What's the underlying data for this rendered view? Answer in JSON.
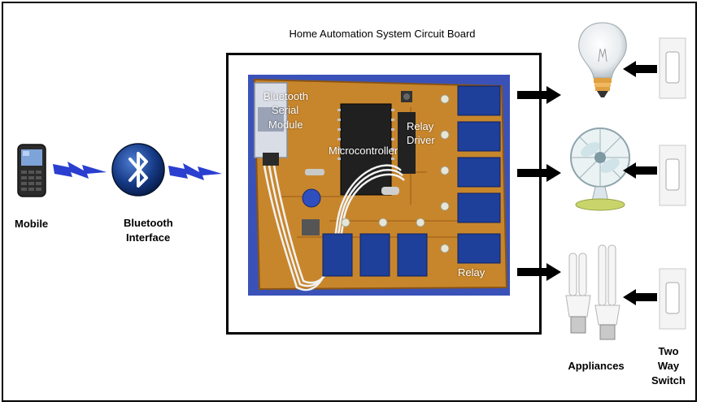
{
  "title": "Home Automation System Circuit Board",
  "labels": {
    "mobile": "Mobile",
    "bluetooth_interface": [
      "Bluetooth",
      "Interface"
    ],
    "bluetooth_module": [
      "Bluetooth",
      "Serial",
      "Module"
    ],
    "microcontroller": "Microcontroller",
    "relay_driver": [
      "Relay",
      "Driver"
    ],
    "relay": "Relay",
    "appliances": "Appliances",
    "two_way_switch": [
      "Two",
      "Way",
      "Switch"
    ]
  },
  "colors": {
    "pcb": "#c8862c",
    "pcb_background": "#3a52b8",
    "relay": "#1e3f9a",
    "bluetooth": "#0b2d6e",
    "arrow": "#000000",
    "signal": "#2a3fd0"
  },
  "icons": [
    "mobile-phone-icon",
    "bluetooth-icon",
    "light-bulb-icon",
    "fan-icon",
    "cfl-lamp-icon",
    "wall-switch-icon"
  ]
}
